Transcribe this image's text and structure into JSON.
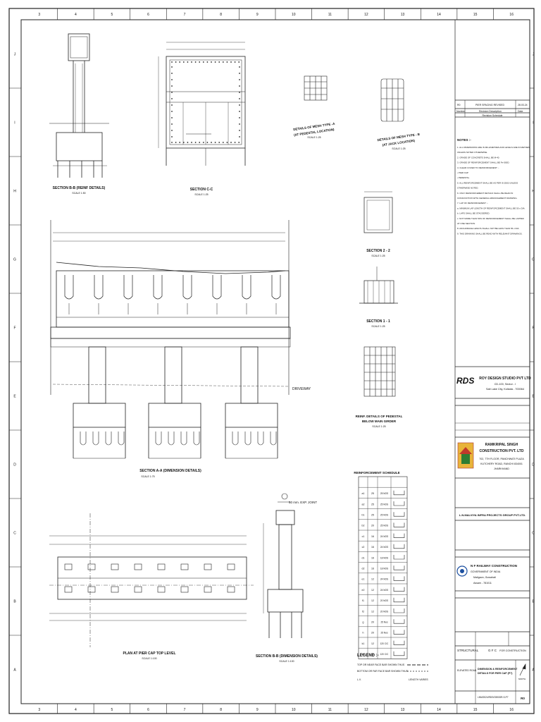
{
  "border": {
    "columns": [
      "3",
      "4",
      "5",
      "6",
      "7",
      "8",
      "9",
      "10",
      "11",
      "12",
      "13",
      "14",
      "15",
      "16"
    ],
    "rows": [
      "J",
      "I",
      "H",
      "G",
      "F",
      "E",
      "D",
      "C",
      "B",
      "A"
    ]
  },
  "views": {
    "section_bb_reinf": {
      "title": "SECTION B-B (REINF DETAILS)",
      "scale": "SCALE 1:50"
    },
    "section_cc": {
      "title": "SECTION C-C",
      "scale": "SCALE 1:25"
    },
    "mesh_a": {
      "title_1": "DETAILS OF MESH TYPE -A",
      "title_2": "(AT PEDESTAL LOCATION)",
      "scale": "SCALE 1:25"
    },
    "mesh_b": {
      "title_1": "DETAILS OF MESH TYPE - B",
      "title_2": "(AT JACK LOCATION)",
      "scale": "SCALE 1:25"
    },
    "section_22": {
      "title": "SECTION 2 - 2",
      "scale": "SCALE 1:25"
    },
    "section_11": {
      "title": "SECTION 1 - 1",
      "scale": "SCALE 1:25"
    },
    "pedestal": {
      "title_1": "REINF. DETAILS OF PEDESTAL",
      "title_2": "BELOW MAIN GIRDER",
      "scale": "SCALE 1:25"
    },
    "section_aa": {
      "title": "SECTION A-A (DIMENSION DETAILS)",
      "scale": "SCALE 1:75",
      "driveway": "DRIVEWAY"
    },
    "plan": {
      "title": "PLAN AT PIER CAP TOP LEVEL",
      "scale": "SCALE 1:100"
    },
    "section_bb_dim": {
      "title": "SECTION B-B (DIMENSION DETAILS)",
      "scale": "SCALE 1:100",
      "note": "50 mm. EXP. JOINT"
    }
  },
  "schedule": {
    "title": "REINFORCEMENT SCHEDULE",
    "rows": [
      {
        "mark": "a1",
        "dia": "25",
        "count": "25 NOS"
      },
      {
        "mark": "a2",
        "dia": "25",
        "count": "25 NOS"
      },
      {
        "mark": "b1",
        "dia": "25",
        "count": "25 NOS"
      },
      {
        "mark": "b2",
        "dia": "20",
        "count": "25 NOS"
      },
      {
        "mark": "c1",
        "dia": "16",
        "count": "24 NOS"
      },
      {
        "mark": "c2",
        "dia": "16",
        "count": "24 NOS"
      },
      {
        "mark": "d1",
        "dia": "16",
        "count": "18 NOS"
      },
      {
        "mark": "d2",
        "dia": "16",
        "count": "18 NOS"
      },
      {
        "mark": "e1",
        "dia": "12",
        "count": "24 NOS"
      },
      {
        "mark": "e2",
        "dia": "12",
        "count": "24 NOS"
      },
      {
        "mark": "f1",
        "dia": "12",
        "count": "20 NOS"
      },
      {
        "mark": "f2",
        "dia": "12",
        "count": "20 NOS"
      },
      {
        "mark": "g",
        "dia": "20",
        "count": "25 Nos"
      },
      {
        "mark": "h",
        "dia": "20",
        "count": "25 Nos"
      },
      {
        "mark": "k1",
        "dia": "12",
        "count": "120 C/C"
      },
      {
        "mark": "k2",
        "dia": "12",
        "count": "120 C/C"
      }
    ]
  },
  "legend": {
    "title": "LEGEND :-",
    "items": [
      "TOP OR NEAR FACE BAR SHOWN THUS",
      "BOTTOM OR FAR FACE BAR SHOWN THUS",
      "L.V.",
      "LENGTH VARIES"
    ]
  },
  "title_block": {
    "rev": {
      "col1": "R0",
      "col2": "PIER SPACING REVISED",
      "col3": "28.03.24"
    },
    "revision_header": {
      "number": "Number",
      "description": "Revision Description",
      "date": "Date"
    },
    "revision_schedule": "Revision Schedule",
    "notes_title": "NOTES :-",
    "notes": [
      "1. ALL DIMENSIONS ARE IN MILLIMETRES AND LEVELS ARE IN METRES",
      "   UNLESS NOTED OTHERWISE.",
      "2. GRADE OF CONCRETE SHALL BE M-40.",
      "3. GRADE OF REINFORCEMENT SHALL BE Fe-500D.",
      "4. CLEAR COVER TO REINFORCEMENT :-",
      "   • PIER CAP",
      "   • PEDESTAL",
      "5. ALL REINFORCEMENT SHALL BE AS PER IS-2502 UNLESS",
      "   OTHERWISE NOTED.",
      "6. ONLY REINFORCEMENT DETAILS SHALL BE READ IN",
      "   CONJUNCTION WITH GENERAL ARRANGEMENT DRAWING.",
      "7. LAP OF REINFORCEMENT :-",
      "   a. MINIMUM LAP LENGTH OF REINFORCEMENT SHALL BE 50 x DIA.",
      "   b. LAPS SHALL BE STAGGERED.",
      "   c. NOT MORE THAN 50% OF REINFORCEMENT SHALL BE LAPPED",
      "      AT ONE SECTION.",
      "8. ANCHORAGE LENGTH SHALL NOT BE LESS THAN 56 x DIA.",
      "9. THIS DRAWING SHALL BE READ WITH RELEVANT DRAWINGS."
    ],
    "consultant": {
      "logo": "RDS",
      "name": "ROY DESIGN STUDIO PVT LTD",
      "addr1": "CD-100, Sector - I",
      "addr2": "Salt Lake City, Kolkata - 700064"
    },
    "contractor": {
      "name1": "RAMKRIPAL SINGH",
      "name2": "CONSTRUCTION PVT. LTD",
      "addr1": "702, 7TH FLOOR, PANCHWATI PLAZA",
      "addr2": "KUTCHERY ROAD, RANCHI 834001",
      "addr3": "JHARKHAND"
    },
    "client_contractor": "L.N.MALVIYA INFRA PROJECTS GROUP PVT.LTD.",
    "railway": {
      "name": "N F RAILWAY CONSTRUCTION",
      "govt": "GOVERNMENT OF INDIA",
      "city": "Maligaon, Guwahati",
      "state": "Assam - 781011"
    },
    "discipline": "STRUCTURAL",
    "category": "G F C",
    "purpose": "FOR CONSTRUCTION",
    "drawing_title_1": "DIMENSION & REINFORCEMENT",
    "drawing_title_2": "DETAILS FOR PIER CAP (P7)",
    "location": "ELEVATED ROAD",
    "north": "NORTH",
    "drawing_no": "LNM/2024/RDS/GBS/DR-S-P7",
    "rev_no": "R0"
  }
}
